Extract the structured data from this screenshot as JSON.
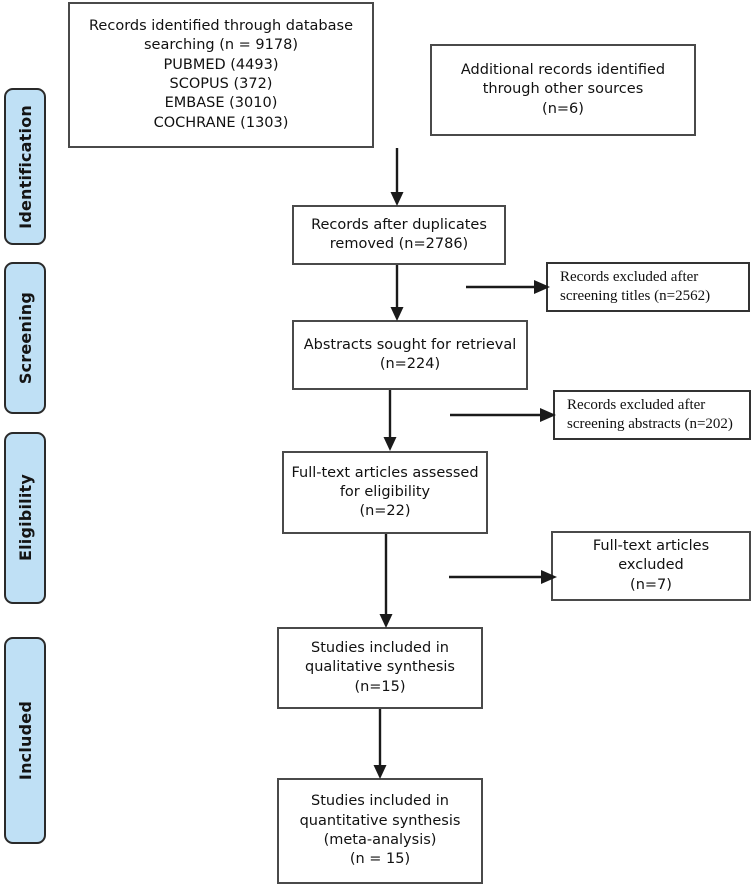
{
  "diagram": {
    "title": "PRISMA flow diagram",
    "type": "prisma-flow-chart",
    "accent_color": "#bfe0f5",
    "border_color": "#4a4a4a",
    "arrow_color": "#1a1a1a",
    "background_color": "#ffffff"
  },
  "stages": [
    {
      "id": "identification",
      "label": "Identification"
    },
    {
      "id": "screening",
      "label": "Screening"
    },
    {
      "id": "eligibility",
      "label": "Eligibility"
    },
    {
      "id": "included",
      "label": "Included"
    }
  ],
  "boxes": {
    "database_search": {
      "text": "Records identified through database\nsearching (n = 9178)\nPUBMED (4493)\nSCOPUS (372)\nEMBASE (3010)\nCOCHRANE (1303)",
      "total": 9178,
      "sources": [
        {
          "name": "PUBMED",
          "count": 4493
        },
        {
          "name": "SCOPUS",
          "count": 372
        },
        {
          "name": "EMBASE",
          "count": 3010
        },
        {
          "name": "COCHRANE",
          "count": 1303
        }
      ]
    },
    "other_sources": {
      "text": "Additional records identified\nthrough other sources\n(n=6)",
      "count": 6
    },
    "after_duplicates": {
      "text": "Records after duplicates\nremoved (n=2786)",
      "count": 2786
    },
    "excluded_titles": {
      "text": "Records excluded after\nscreening titles (n=2562)",
      "count": 2562
    },
    "abstracts_sought": {
      "text": "Abstracts sought for retrieval\n(n=224)",
      "count": 224
    },
    "excluded_abstracts": {
      "text": "Records excluded after\nscreening abstracts (n=202)",
      "count": 202
    },
    "fulltext_assessed": {
      "text": "Full-text articles assessed\nfor eligibility\n(n=22)",
      "count": 22
    },
    "fulltext_excluded": {
      "text": "Full-text articles excluded\n(n=7)",
      "count": 7
    },
    "qualitative": {
      "text": "Studies included in\nqualitative synthesis\n(n=15)",
      "count": 15
    },
    "quantitative": {
      "text": "Studies included in\nquantitative synthesis\n(meta-analysis)\n(n = 15)",
      "count": 15
    }
  }
}
